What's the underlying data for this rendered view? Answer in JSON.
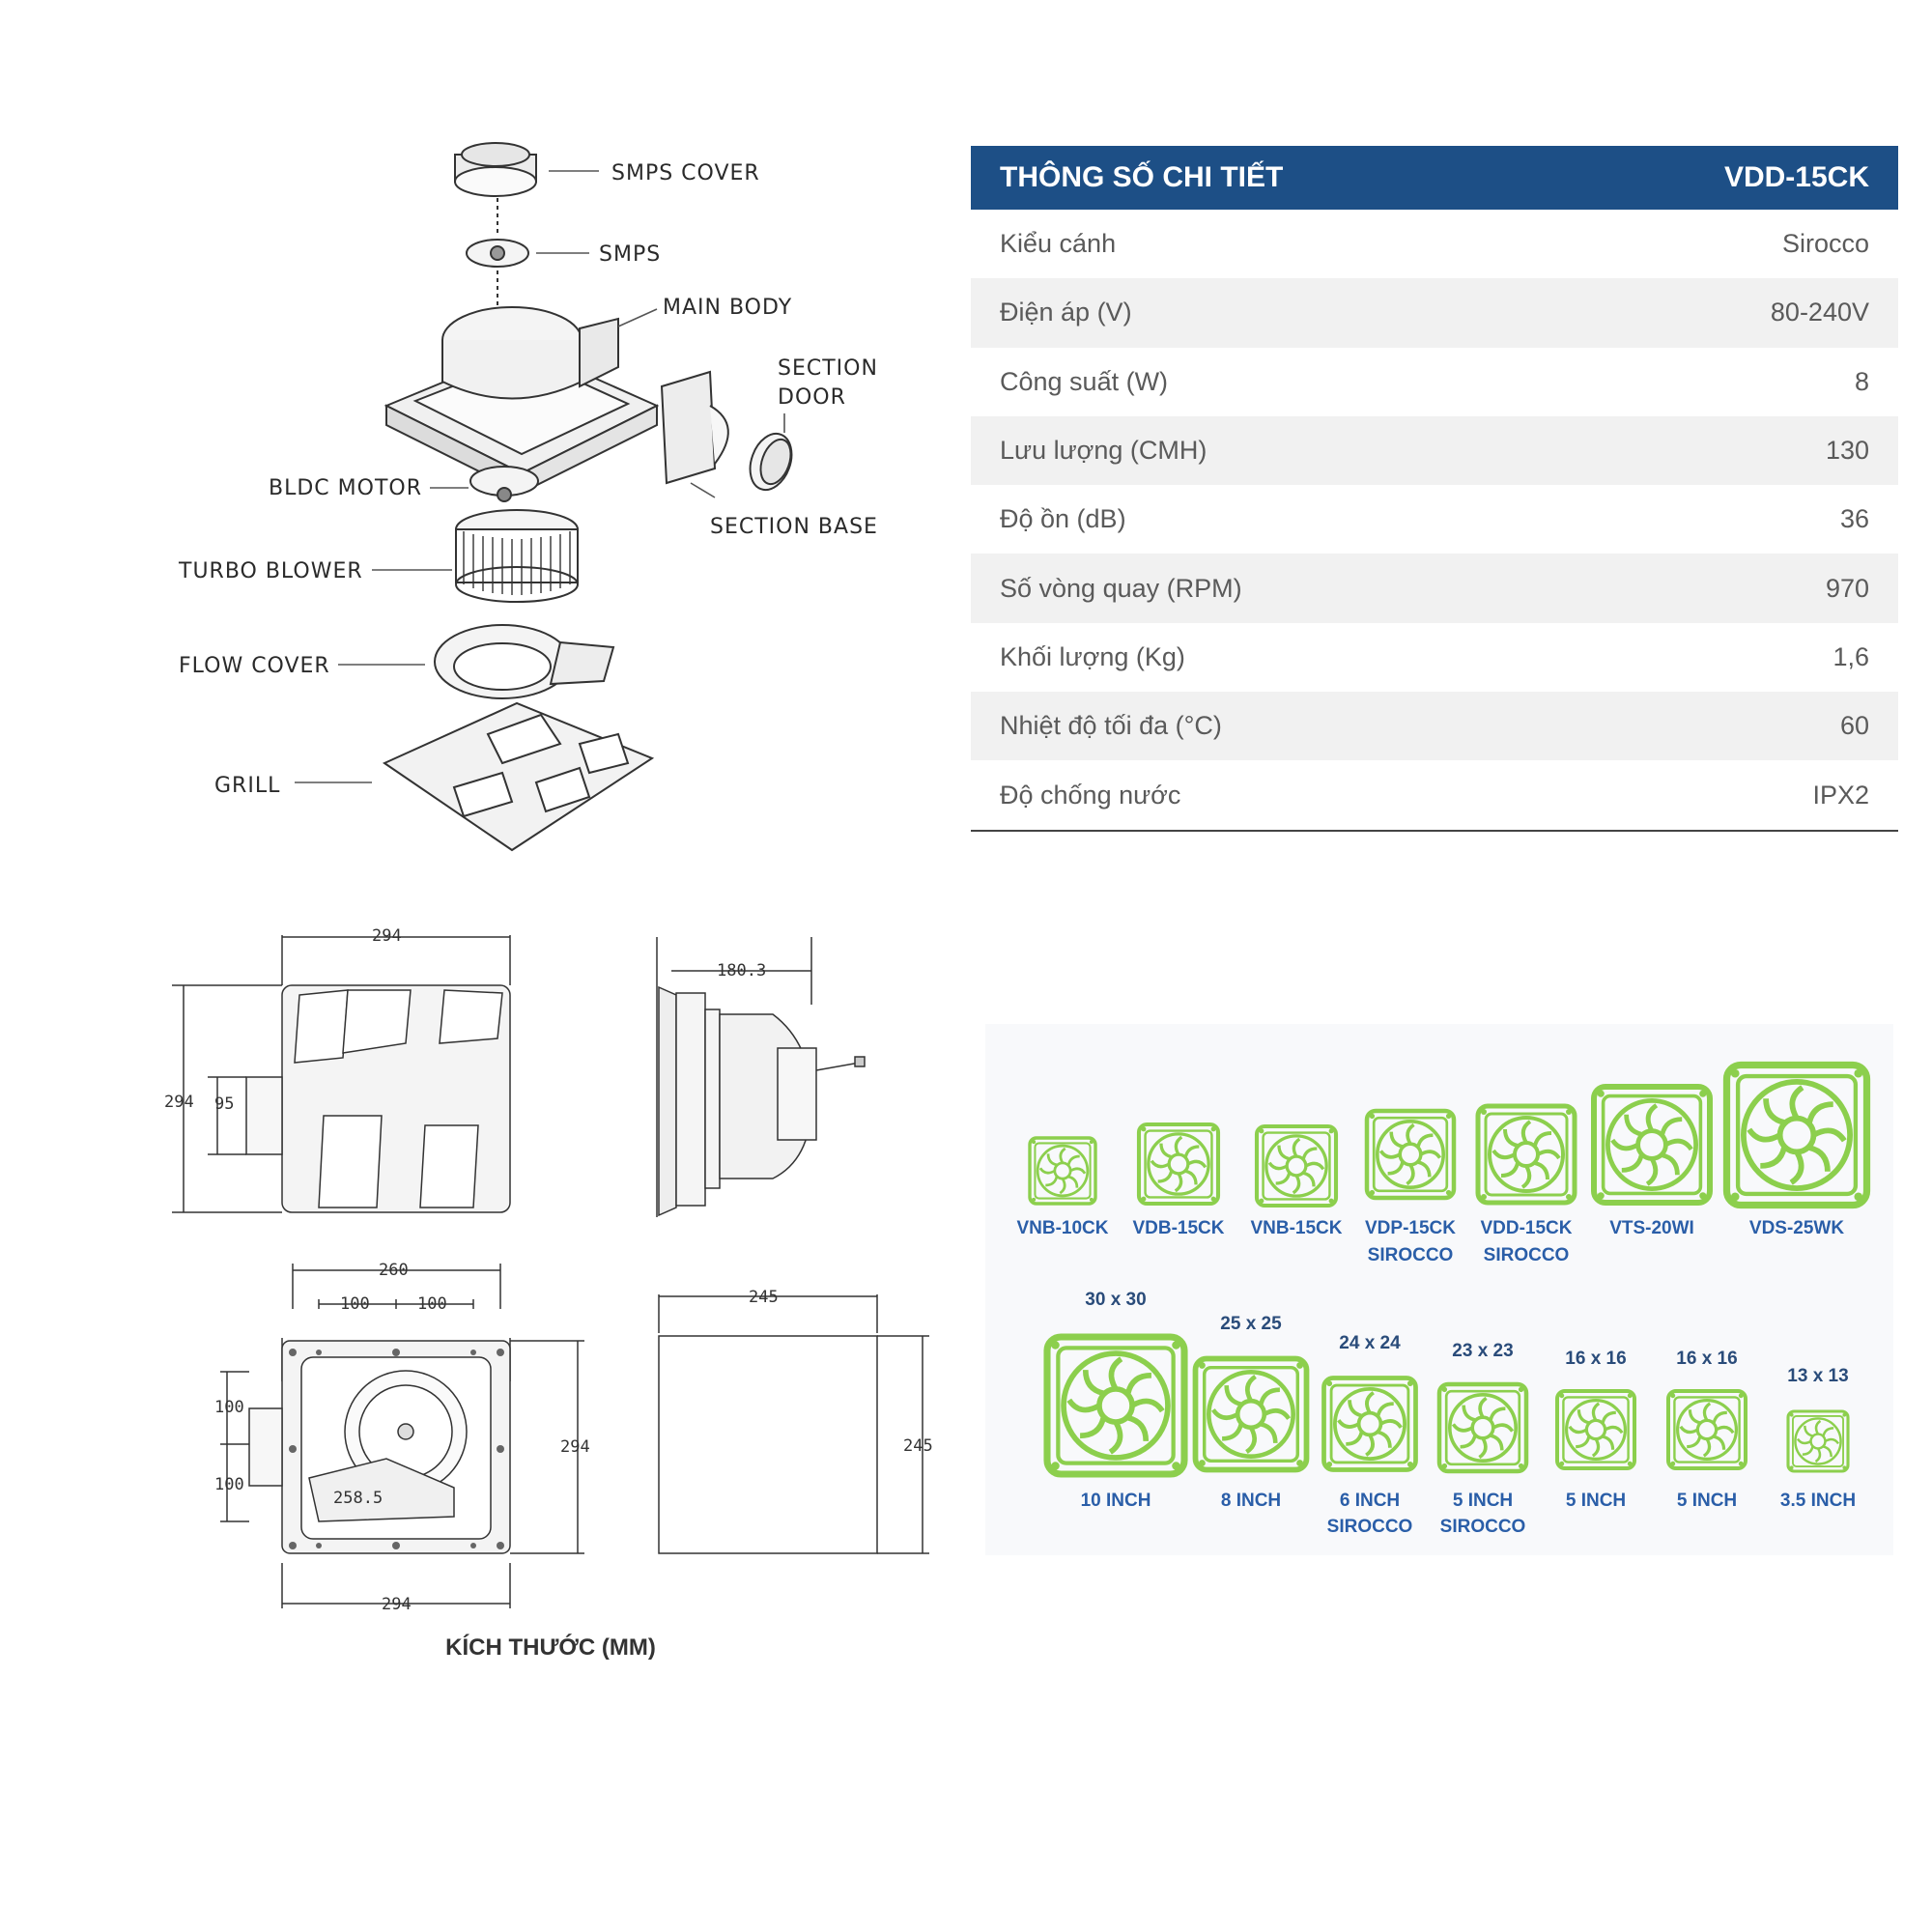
{
  "exploded_view": {
    "labels": {
      "smps_cover": "SMPS COVER",
      "smps": "SMPS",
      "main_body": "MAIN BODY",
      "section_door": "SECTION\nDOOR",
      "bldc_motor": "BLDC MOTOR",
      "section_base": "SECTION BASE",
      "turbo_blower": "TURBO BLOWER",
      "flow_cover": "FLOW COVER",
      "grill": "GRILL"
    }
  },
  "spec_table": {
    "header_left": "THÔNG SỐ CHI TIẾT",
    "header_right": "VDD-15CK",
    "rows": [
      {
        "label": "Kiểu cánh",
        "value": "Sirocco"
      },
      {
        "label": "Điện áp (V)",
        "value": "80-240V"
      },
      {
        "label": "Công suất (W)",
        "value": "8"
      },
      {
        "label": "Lưu lượng (CMH)",
        "value": "130"
      },
      {
        "label": "Độ ồn (dB)",
        "value": "36"
      },
      {
        "label": "Số vòng quay (RPM)",
        "value": "970"
      },
      {
        "label": "Khối lượng (Kg)",
        "value": "1,6"
      },
      {
        "label": "Nhiệt độ tối đa (°C)",
        "value": "60"
      },
      {
        "label": "Độ chống nước",
        "value": "IPX2"
      }
    ]
  },
  "dimensions": {
    "front_width": "294",
    "front_height": "294",
    "front_duct": "95",
    "side_depth": "180.3",
    "bottom_width_top": "260",
    "bottom_half_left": "100",
    "bottom_half_right": "100",
    "bottom_height": "294",
    "bottom_width": "294",
    "bottom_left_a": "100",
    "bottom_left_b": "100",
    "bottom_diameter": "258.5",
    "cutout_width": "245",
    "cutout_height": "245",
    "caption": "KÍCH THƯỚC (MM)"
  },
  "lineup": {
    "top_row": [
      {
        "name": "VNB-10CK"
      },
      {
        "name": "VDB-15CK"
      },
      {
        "name": "VNB-15CK"
      },
      {
        "name": "VDP-15CK\nSIROCCO"
      },
      {
        "name": "VDD-15CK\nSIROCCO"
      },
      {
        "name": "VTS-20WI"
      },
      {
        "name": "VDS-25WK"
      }
    ],
    "bottom_row": [
      {
        "size": "30 x 30",
        "inch": "10 INCH"
      },
      {
        "size": "25 x 25",
        "inch": "8 INCH"
      },
      {
        "size": "24 x 24",
        "inch": "6 INCH\nSIROCCO"
      },
      {
        "size": "23 x 23",
        "inch": "5 INCH\nSIROCCO"
      },
      {
        "size": "16 x 16",
        "inch": "5 INCH"
      },
      {
        "size": "16 x 16",
        "inch": "5 INCH"
      },
      {
        "size": "13 x 13",
        "inch": "3.5 INCH"
      }
    ],
    "icon_color": "#8ccf4d"
  }
}
